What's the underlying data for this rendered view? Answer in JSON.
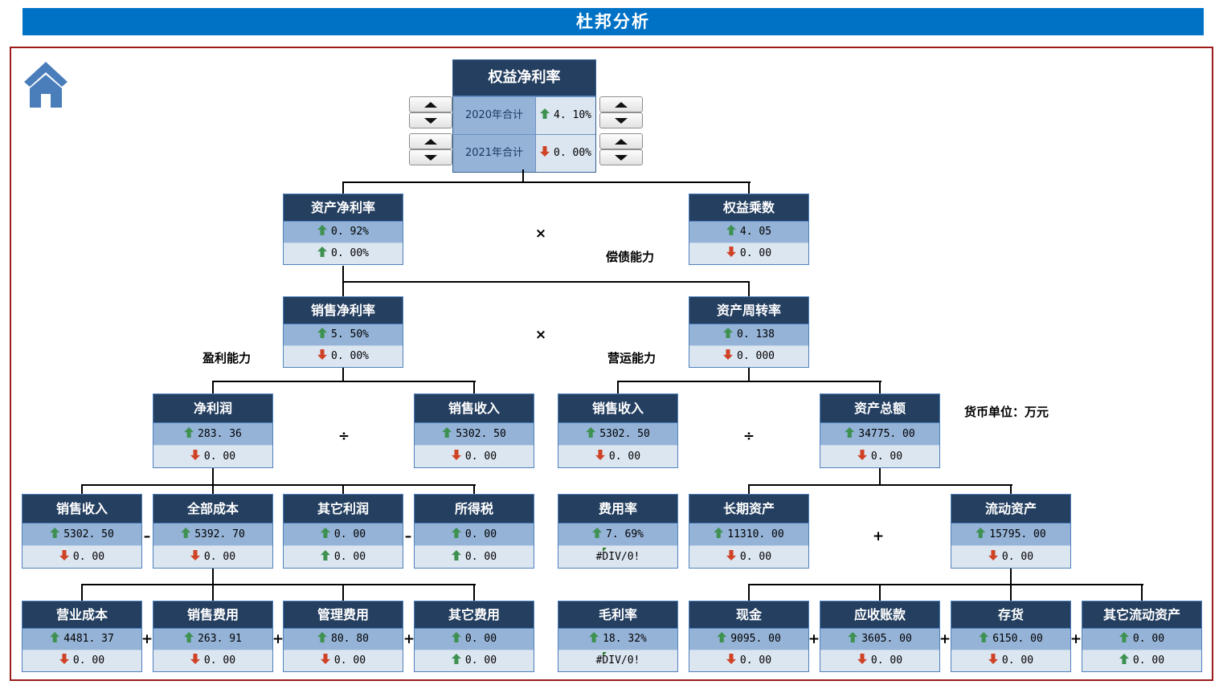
{
  "header": {
    "title": "杜邦分析"
  },
  "unit_note": "货币单位：万元",
  "section_labels": {
    "profitability": "盈利能力",
    "solvency": "偿债能力",
    "operating": "营运能力"
  },
  "operators": {
    "multiply": "×",
    "divide": "÷",
    "minus": "–",
    "plus": "+"
  },
  "root": {
    "title": "权益净利率",
    "rows": [
      {
        "label": "2020年合计",
        "value": "4. 10%",
        "dir": "up"
      },
      {
        "label": "2021年合计",
        "value": "0. 00%",
        "dir": "down"
      }
    ]
  },
  "nodes": {
    "zcjll": {
      "t": "资产净利率",
      "v1": "0. 92%",
      "d1": "up",
      "v2": "0. 00%",
      "d2": "up"
    },
    "qycs": {
      "t": "权益乘数",
      "v1": "4. 05",
      "d1": "up",
      "v2": "0. 00",
      "d2": "down"
    },
    "xsjll": {
      "t": "销售净利率",
      "v1": "5. 50%",
      "d1": "up",
      "v2": "0. 00%",
      "d2": "down"
    },
    "zczzl": {
      "t": "资产周转率",
      "v1": "0. 138",
      "d1": "up",
      "v2": "0. 000",
      "d2": "down"
    },
    "jlr": {
      "t": "净利润",
      "v1": "283. 36",
      "d1": "up",
      "v2": "0. 00",
      "d2": "down"
    },
    "xssr4l": {
      "t": "销售收入",
      "v1": "5302. 50",
      "d1": "up",
      "v2": "0. 00",
      "d2": "down"
    },
    "xssr4r": {
      "t": "销售收入",
      "v1": "5302. 50",
      "d1": "up",
      "v2": "0. 00",
      "d2": "down"
    },
    "zcze": {
      "t": "资产总额",
      "v1": "34775. 00",
      "d1": "up",
      "v2": "0. 00",
      "d2": "down"
    },
    "xssr5": {
      "t": "销售收入",
      "v1": "5302. 50",
      "d1": "up",
      "v2": "0. 00",
      "d2": "down"
    },
    "qbcb": {
      "t": "全部成本",
      "v1": "5392. 70",
      "d1": "up",
      "v2": "0. 00",
      "d2": "down"
    },
    "qtlr": {
      "t": "其它利润",
      "v1": "0. 00",
      "d1": "up",
      "v2": "0. 00",
      "d2": "up"
    },
    "sds": {
      "t": "所得税",
      "v1": "0. 00",
      "d1": "up",
      "v2": "0. 00",
      "d2": "up"
    },
    "fyl": {
      "t": "费用率",
      "v1": "7. 69%",
      "d1": "up",
      "v2": "#DIV/0!",
      "d2": "err"
    },
    "cqzc": {
      "t": "长期资产",
      "v1": "11310. 00",
      "d1": "up",
      "v2": "0. 00",
      "d2": "down"
    },
    "ldzc": {
      "t": "流动资产",
      "v1": "15795. 00",
      "d1": "up",
      "v2": "0. 00",
      "d2": "down"
    },
    "yycb": {
      "t": "营业成本",
      "v1": "4481. 37",
      "d1": "up",
      "v2": "0. 00",
      "d2": "down"
    },
    "xsfy": {
      "t": "销售费用",
      "v1": "263. 91",
      "d1": "up",
      "v2": "0. 00",
      "d2": "down"
    },
    "glfy": {
      "t": "管理费用",
      "v1": "80. 80",
      "d1": "up",
      "v2": "0. 00",
      "d2": "down"
    },
    "qtfy": {
      "t": "其它费用",
      "v1": "0. 00",
      "d1": "up",
      "v2": "0. 00",
      "d2": "up"
    },
    "mll": {
      "t": "毛利率",
      "v1": "18. 32%",
      "d1": "up",
      "v2": "#DIV/0!",
      "d2": "err"
    },
    "xj": {
      "t": "现金",
      "v1": "9095. 00",
      "d1": "up",
      "v2": "0. 00",
      "d2": "down"
    },
    "yszk": {
      "t": "应收账款",
      "v1": "3605. 00",
      "d1": "up",
      "v2": "0. 00",
      "d2": "down"
    },
    "ch": {
      "t": "存货",
      "v1": "6150. 00",
      "d1": "up",
      "v2": "0. 00",
      "d2": "down"
    },
    "qtldzc": {
      "t": "其它流动资产",
      "v1": "0. 00",
      "d1": "up",
      "v2": "0. 00",
      "d2": "up"
    }
  },
  "colors": {
    "accent_blue": "#0072C6",
    "node_header": "#243F60",
    "row_medium": "#95B3D7",
    "row_light": "#DCE6F1",
    "up_green": "#3E9151",
    "down_red": "#CF4225",
    "panel_border": "#9C1B1B",
    "box_border": "#4F81BD"
  }
}
